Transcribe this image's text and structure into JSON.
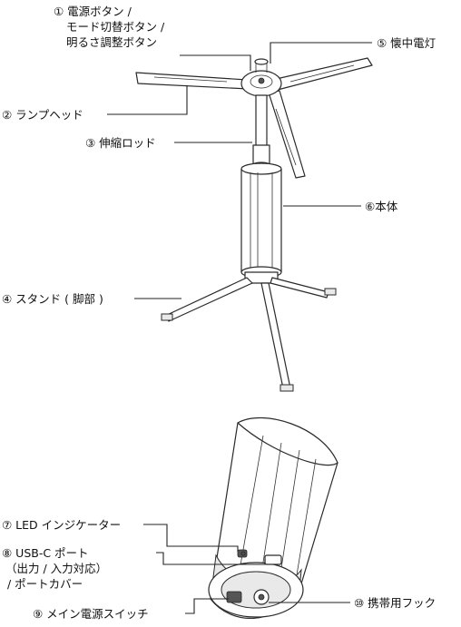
{
  "labels": {
    "power_line1": "① 電源ボタン /",
    "power_line2": "モード切替ボタン /",
    "power_line3": "明るさ調整ボタン",
    "flashlight": "⑤ 懐中電灯",
    "lamp_head": "② ランプヘッド",
    "rod": "③ 伸縮ロッド",
    "body": "⑥本体",
    "stand": "④ スタンド ( 脚部 )",
    "led": "⑦ LED インジケーター",
    "usbc_line1": "⑧ USB-C ポート",
    "usbc_line2": "（出力 / 入力対応）",
    "usbc_line3": "/ ポートカバー",
    "main_switch": "⑨ メイン電源スイッチ",
    "hook": "⑩ 携帯用フック"
  }
}
